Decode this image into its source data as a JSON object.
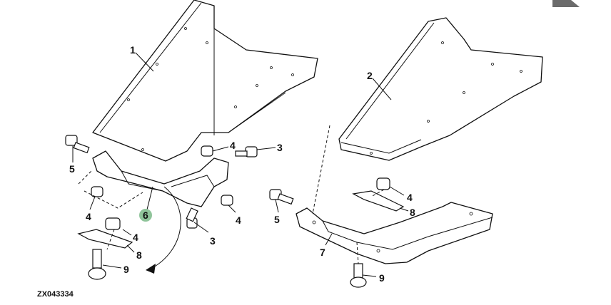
{
  "figure_code": "ZX043334",
  "highlight_color": "#8fc49a",
  "callouts": {
    "c1": "1",
    "c2": "2",
    "c3a": "3",
    "c3b": "3",
    "c4a": "4",
    "c4b": "4",
    "c4c": "4",
    "c4d": "4",
    "c4e": "4",
    "c5a": "5",
    "c5b": "5",
    "c6": "6",
    "c7": "7",
    "c8a": "8",
    "c8b": "8",
    "c9a": "9",
    "c9b": "9"
  }
}
